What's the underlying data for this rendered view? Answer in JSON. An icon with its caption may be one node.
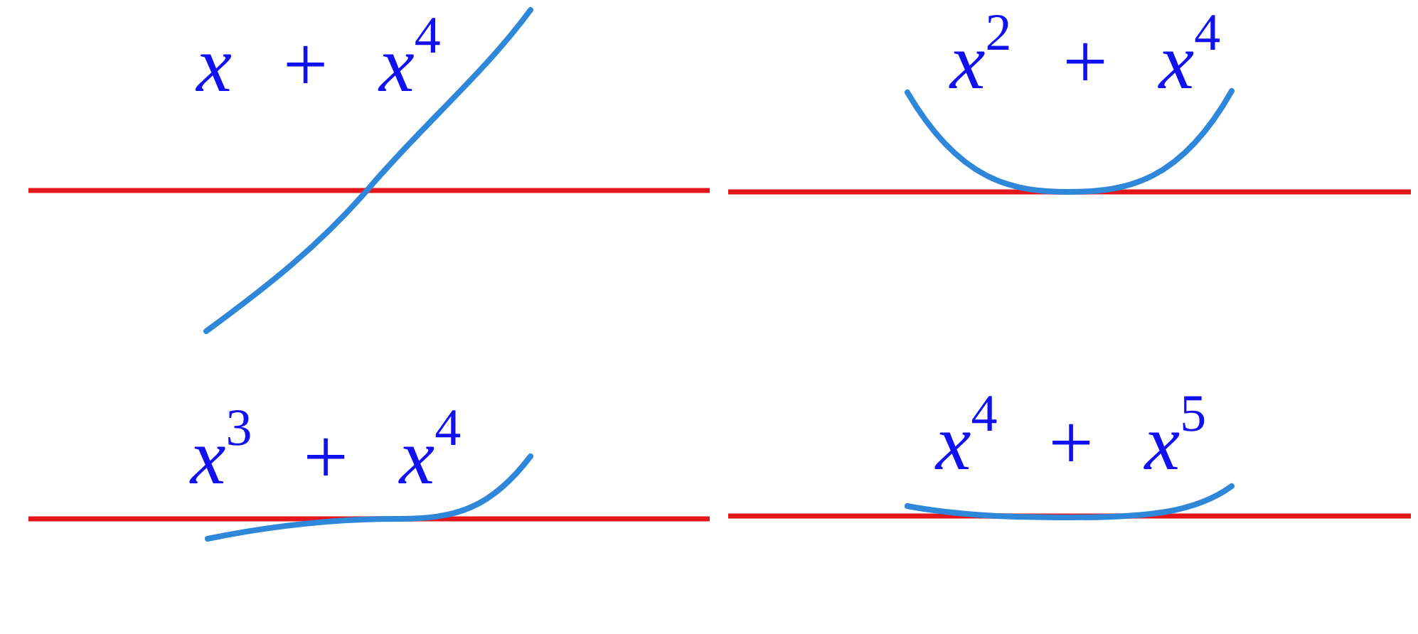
{
  "diagram": {
    "labels": [
      "*x* + *x*$^{4}$",
      "*x*$^{2}$ + *x*$^{4}$",
      "*x*$^{3}$ + *x*$^{4}$",
      "*x*$^{4}$ + *x*$^{5}$"
    ]
  }
}
